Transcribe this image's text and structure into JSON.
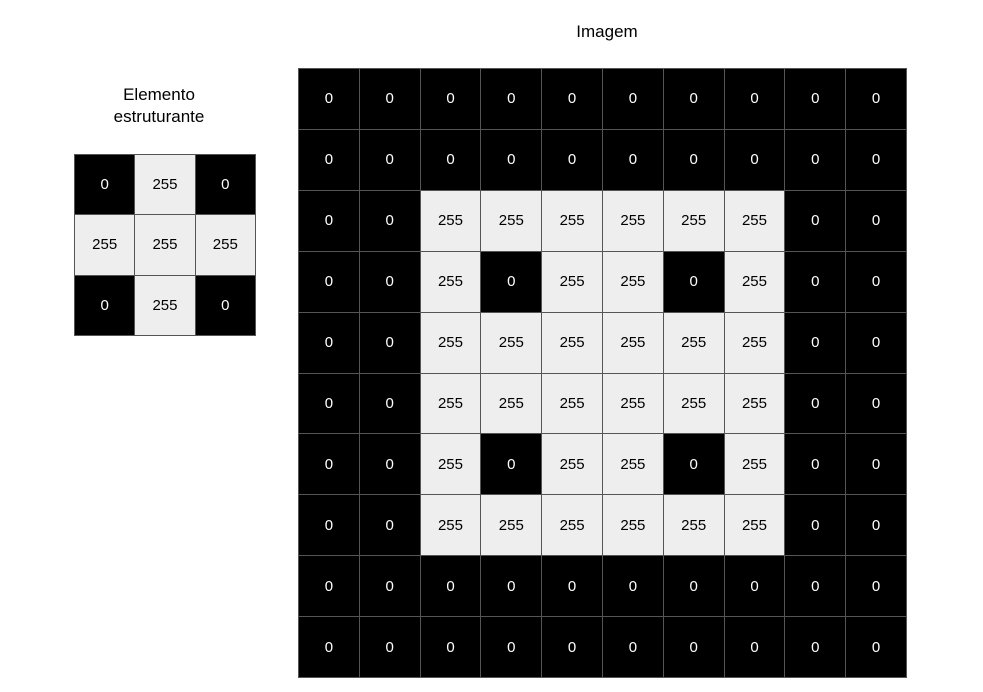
{
  "structuring_element": {
    "title": "Elemento\nestruturante",
    "rows": [
      [
        0,
        255,
        0
      ],
      [
        255,
        255,
        255
      ],
      [
        0,
        255,
        0
      ]
    ]
  },
  "image": {
    "title": "Imagem",
    "rows": [
      [
        0,
        0,
        0,
        0,
        0,
        0,
        0,
        0,
        0,
        0
      ],
      [
        0,
        0,
        0,
        0,
        0,
        0,
        0,
        0,
        0,
        0
      ],
      [
        0,
        0,
        255,
        255,
        255,
        255,
        255,
        255,
        0,
        0
      ],
      [
        0,
        0,
        255,
        0,
        255,
        255,
        0,
        255,
        0,
        0
      ],
      [
        0,
        0,
        255,
        255,
        255,
        255,
        255,
        255,
        0,
        0
      ],
      [
        0,
        0,
        255,
        255,
        255,
        255,
        255,
        255,
        0,
        0
      ],
      [
        0,
        0,
        255,
        0,
        255,
        255,
        0,
        255,
        0,
        0
      ],
      [
        0,
        0,
        255,
        255,
        255,
        255,
        255,
        255,
        0,
        0
      ],
      [
        0,
        0,
        0,
        0,
        0,
        0,
        0,
        0,
        0,
        0
      ],
      [
        0,
        0,
        0,
        0,
        0,
        0,
        0,
        0,
        0,
        0
      ]
    ]
  },
  "colors": {
    "value_0_fill": "#000000",
    "value_0_text": "#ffffff",
    "value_255_fill": "#eeeeee",
    "value_255_text": "#000000",
    "grid_line": "#555555"
  }
}
